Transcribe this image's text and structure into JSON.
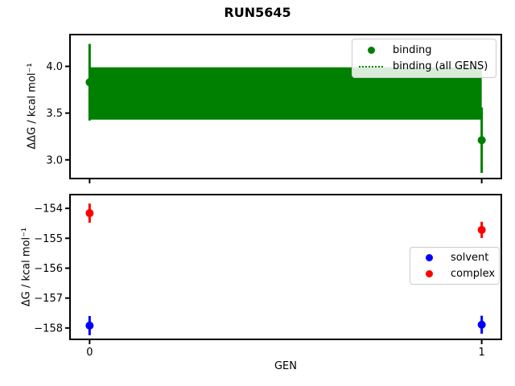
{
  "title": "RUN5645",
  "colors": {
    "binding": "#008000",
    "solvent": "#0000ff",
    "complex": "#ff0000",
    "axes": "#000000",
    "legend_border": "#cccccc"
  },
  "chart_data": [
    {
      "type": "scatter",
      "subplot": "top",
      "title": "RUN5645",
      "xlabel": "",
      "ylabel": "ΔΔG / kcal mol⁻¹",
      "xlim": [
        -0.05,
        1.05
      ],
      "ylim": [
        2.8,
        4.34
      ],
      "xticks": [
        0,
        1
      ],
      "xtick_labels": [
        "",
        ""
      ],
      "yticks": [
        3.0,
        3.5,
        4.0
      ],
      "ytick_labels": [
        "3.0",
        "3.5",
        "4.0"
      ],
      "grid": false,
      "series": [
        {
          "name": "binding",
          "type": "errorbar-scatter",
          "color": "#008000",
          "marker": "circle",
          "x": [
            0,
            1
          ],
          "y": [
            3.83,
            3.21
          ],
          "yerr": [
            0.41,
            0.35
          ]
        },
        {
          "name": "binding (all GENS)",
          "type": "band",
          "color": "#008000",
          "line_style": "dotted",
          "x": [
            0,
            1
          ],
          "mean": 3.71,
          "lower": 3.43,
          "upper": 3.99
        }
      ],
      "legend": {
        "position": "upper right",
        "entries": [
          {
            "label": "binding",
            "marker": "dot",
            "color": "#008000"
          },
          {
            "label": "binding (all GENS)",
            "marker": "dotted-line",
            "color": "#008000"
          }
        ]
      }
    },
    {
      "type": "scatter",
      "subplot": "bottom",
      "title": "",
      "xlabel": "GEN",
      "ylabel": "ΔG / kcal mol⁻¹",
      "xlim": [
        -0.05,
        1.05
      ],
      "ylim": [
        -158.38,
        -153.54
      ],
      "xticks": [
        0,
        1
      ],
      "xtick_labels": [
        "0",
        "1"
      ],
      "yticks": [
        -158,
        -157,
        -156,
        -155,
        -154
      ],
      "ytick_labels": [
        "−158",
        "−157",
        "−156",
        "−155",
        "−154"
      ],
      "grid": false,
      "series": [
        {
          "name": "solvent",
          "type": "errorbar-scatter",
          "color": "#0000ff",
          "marker": "circle",
          "x": [
            0,
            1
          ],
          "y": [
            -157.92,
            -157.89
          ],
          "yerr": [
            0.32,
            0.3
          ]
        },
        {
          "name": "complex",
          "type": "errorbar-scatter",
          "color": "#ff0000",
          "marker": "circle",
          "x": [
            0,
            1
          ],
          "y": [
            -154.16,
            -154.72
          ],
          "yerr": [
            0.32,
            0.27
          ]
        }
      ],
      "legend": {
        "position": "center right",
        "entries": [
          {
            "label": "solvent",
            "marker": "dot",
            "color": "#0000ff"
          },
          {
            "label": "complex",
            "marker": "dot",
            "color": "#ff0000"
          }
        ]
      }
    }
  ]
}
